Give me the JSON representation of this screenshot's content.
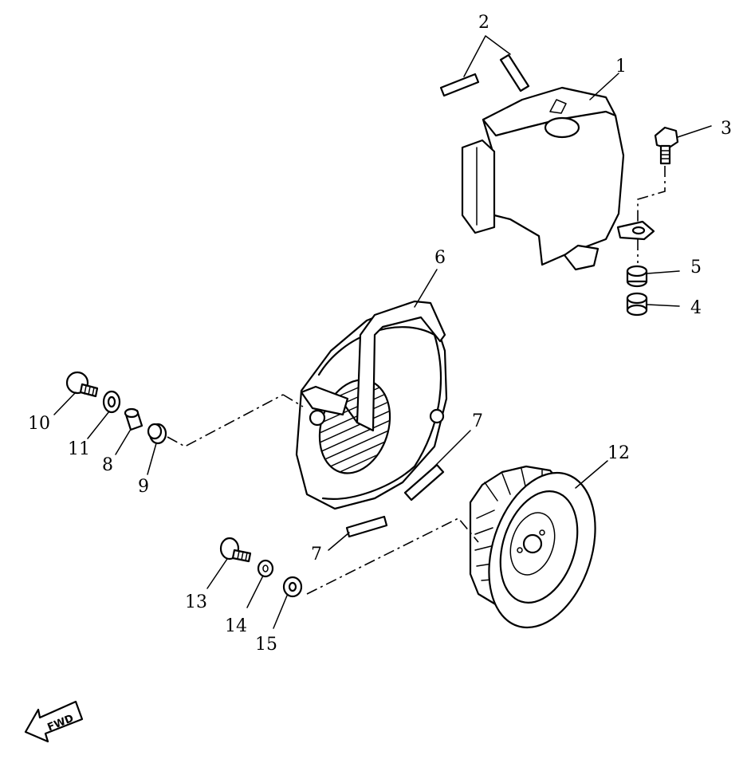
{
  "callouts": [
    {
      "id": "c1",
      "text": "1"
    },
    {
      "id": "c2",
      "text": "2"
    },
    {
      "id": "c3",
      "text": "3"
    },
    {
      "id": "c4",
      "text": "4"
    },
    {
      "id": "c5",
      "text": "5"
    },
    {
      "id": "c6",
      "text": "6"
    },
    {
      "id": "c7a",
      "text": "7"
    },
    {
      "id": "c7b",
      "text": "7"
    },
    {
      "id": "c8",
      "text": "8"
    },
    {
      "id": "c9",
      "text": "9"
    },
    {
      "id": "c10",
      "text": "10"
    },
    {
      "id": "c11",
      "text": "11"
    },
    {
      "id": "c12",
      "text": "12"
    },
    {
      "id": "c13",
      "text": "13"
    },
    {
      "id": "c14",
      "text": "14"
    },
    {
      "id": "c15",
      "text": "15"
    }
  ],
  "fwd_arrow": {
    "text": "FWD"
  }
}
